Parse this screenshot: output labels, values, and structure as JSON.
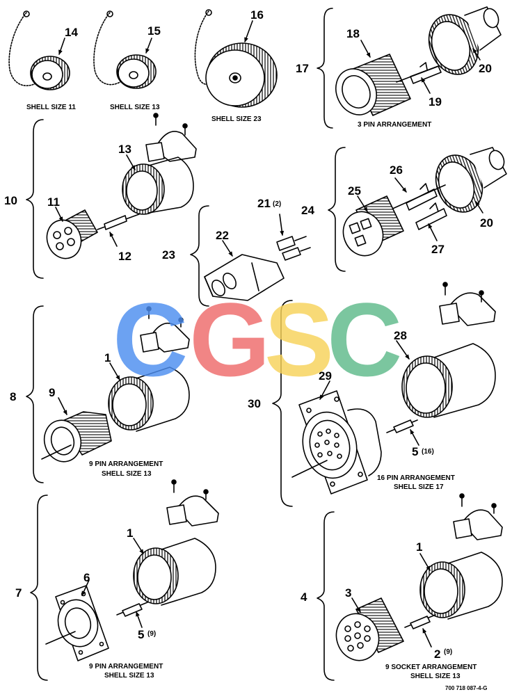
{
  "watermark": {
    "letters": [
      "C",
      "G",
      "S",
      "C"
    ],
    "colors": [
      "#4d8ef0",
      "#ef6b6b",
      "#f7d25a",
      "#5fba8a"
    ]
  },
  "callouts": {
    "c14": "14",
    "c15": "15",
    "c16": "16",
    "c17": "17",
    "c18": "18",
    "c19": "19",
    "c20a": "20",
    "c10": "10",
    "c11": "11",
    "c12": "12",
    "c13": "13",
    "c21": "21",
    "c21q": "(2)",
    "c22": "22",
    "c23": "23",
    "c24": "24",
    "c25": "25",
    "c26": "26",
    "c27": "27",
    "c20b": "20",
    "c8": "8",
    "c9": "9",
    "c1a": "1",
    "c28": "28",
    "c29": "29",
    "c30": "30",
    "c5a": "5",
    "c5aq": "(16)",
    "c7": "7",
    "c6": "6",
    "c1b": "1",
    "c5b": "5",
    "c5bq": "(9)",
    "c4": "4",
    "c3": "3",
    "c1c": "1",
    "c2": "2",
    "c2q": "(9)"
  },
  "captions": {
    "shell11": "SHELL SIZE 11",
    "shell13": "SHELL SIZE 13",
    "shell23": "SHELL SIZE 23",
    "pin3": "3 PIN ARRANGEMENT",
    "pin9a_1": "9 PIN ARRANGEMENT",
    "pin9a_2": "SHELL SIZE 13",
    "pin16_1": "16 PIN ARRANGEMENT",
    "pin16_2": "SHELL SIZE 17",
    "pin9b_1": "9 PIN ARRANGEMENT",
    "pin9b_2": "SHELL SIZE 13",
    "sock9_1": "9 SOCKET ARRANGEMENT",
    "sock9_2": "SHELL SIZE 13"
  },
  "doc_number": "700 718 087-4-G"
}
